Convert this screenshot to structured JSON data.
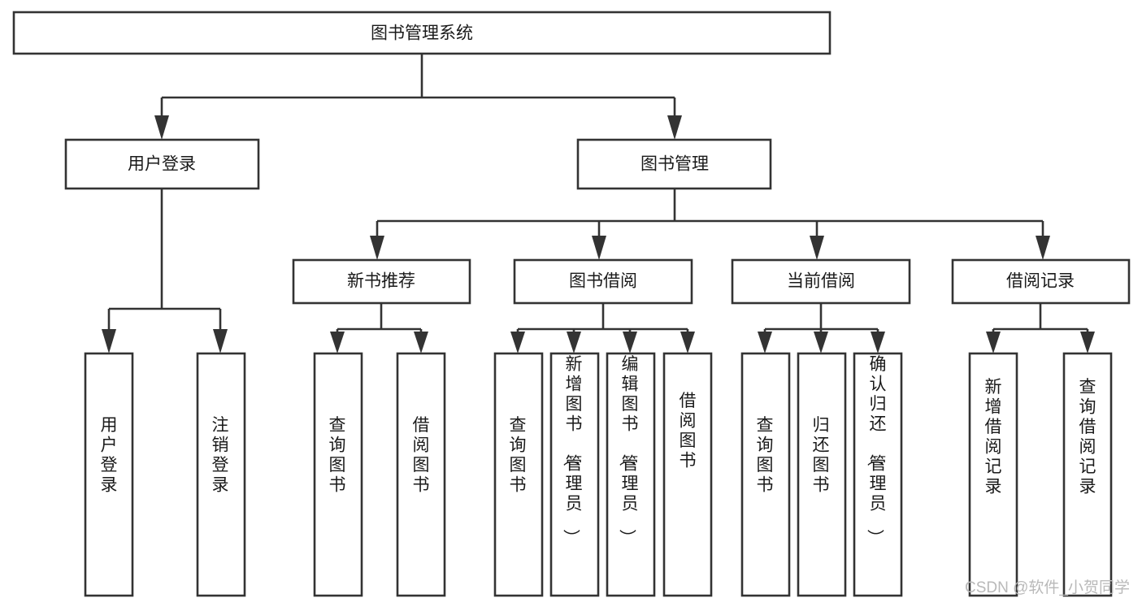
{
  "diagram": {
    "title": "图书管理系统",
    "watermark": "CSDN @软件_小贺同学",
    "stroke_color": "#333333",
    "fill_color": "#ffffff",
    "text_color": "#1a1a1a",
    "watermark_color": "#b9b9b9",
    "root": {
      "label": "图书管理系统"
    },
    "level1": [
      {
        "label": "用户登录"
      },
      {
        "label": "图书管理"
      }
    ],
    "level2": [
      {
        "label": "新书推荐"
      },
      {
        "label": "图书借阅"
      },
      {
        "label": "当前借阅"
      },
      {
        "label": "借阅记录"
      }
    ],
    "leaves_user_login": [
      {
        "label": "用户登录"
      },
      {
        "label": "注销登录"
      }
    ],
    "leaves_new_book": [
      {
        "label": "查询图书"
      },
      {
        "label": "借阅图书"
      }
    ],
    "leaves_borrow": [
      {
        "label": "查询图书"
      },
      {
        "label": "新增图书（管理员）"
      },
      {
        "label": "编辑图书（管理员）"
      },
      {
        "label": "借阅图书"
      }
    ],
    "leaves_current": [
      {
        "label": "查询图书"
      },
      {
        "label": "归还图书"
      },
      {
        "label": "确认归还（管理员）"
      }
    ],
    "leaves_record": [
      {
        "label": "新增借阅记录"
      },
      {
        "label": "查询借阅记录"
      }
    ]
  }
}
